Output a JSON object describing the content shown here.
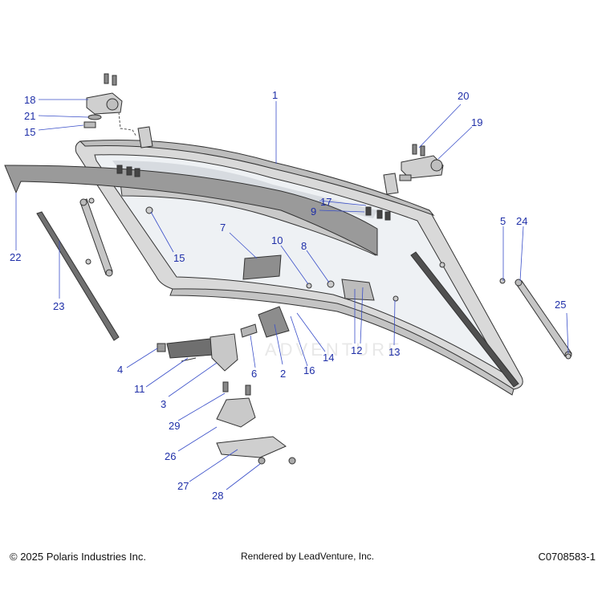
{
  "diagram": {
    "callouts": [
      "1",
      "2",
      "3",
      "4",
      "5",
      "6",
      "7",
      "8",
      "9",
      "10",
      "11",
      "12",
      "13",
      "14",
      "15",
      "15",
      "16",
      "17",
      "18",
      "19",
      "20",
      "21",
      "22",
      "23",
      "24",
      "25",
      "26",
      "27",
      "28",
      "29"
    ]
  },
  "watermark": "ADVENTURE",
  "footer": {
    "copyright": "© 2025 Polaris Industries Inc.",
    "rendered_by": "Rendered by LeadVenture, Inc.",
    "drawing_id": "C0708583-1"
  },
  "colors": {
    "callout_text": "#1f2fa8",
    "leader_line": "#3a4fc9",
    "frame_light": "#dcdcdc",
    "frame_dark": "#8c8c8c",
    "glass": "#eef1f4"
  }
}
